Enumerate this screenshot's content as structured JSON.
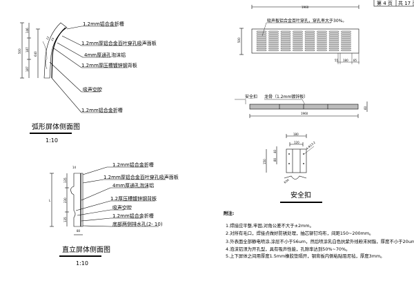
{
  "page_box": {
    "page": "第 4 页",
    "total": "共 17 页"
  },
  "arc_view": {
    "title": "弧形屏体侧面图",
    "scale": "1:10",
    "labels": [
      "1.2mm铝合金折槽",
      "1.2mm厚铝合金百叶穿孔吸声面板",
      "4mm厚通孔泡沫铝",
      "1.2mm厚压槽镀锌钢背板",
      "吸声空腔",
      "1.2mm铝合金折槽"
    ],
    "dims": [
      "500",
      "146",
      "187",
      "187",
      "640",
      "12",
      "10"
    ]
  },
  "vertical_view": {
    "title": "直立屏体侧面图",
    "scale": "1:10",
    "labels": [
      "1.2mm铝合金折槽",
      "1.2mm厚铝合金百叶穿孔吸声面板",
      "4mm厚通孔泡沫铝",
      "1.2厚压槽镀锌钢背板",
      "吸声空腔",
      "1.2mm铝合金折槽",
      "底部两侧排水孔(2- 10)"
    ],
    "dims": [
      "L",
      "135",
      "230",
      "135",
      "80",
      "14"
    ]
  },
  "panel_view": {
    "width_dim": "1960",
    "note": "吸声板铝合金百叶穿孔，穿孔率大于30%。",
    "height_dim": "500",
    "bottom_dims": [
      "55",
      "180",
      "85"
    ]
  },
  "strip_view": {
    "clip_label": "安全扣",
    "keel_label": "龙骨（1.2mm镀锌板）",
    "width_dim": "1960",
    "height_dim": "60"
  },
  "clip_view": {
    "title": "安全扣",
    "dims": [
      "180",
      "120",
      "4-Φ13.2",
      "150",
      "40",
      "80",
      "R30"
    ]
  },
  "notes": {
    "heading": "附注:",
    "items": [
      "1.焊接应平整,牢固,对角公差不大于±2mm。",
      "2.对所有毛口，焊接点做好防锈处理，抽芯铆钉均布，间距150~200mm。",
      "3.外表面全部静电喷涂,涂层不小于56um，然后喷涂乳白色抗紫外线粉末树脂，厚度不小于20um。",
      "4.泡沫铝须为开孔型，具有吸声性能，孔隙率达到50%~70%。",
      "5.上下屏体之间用厚度1.5mm橡胶垫隔开，钢背板内侧粘贴阻尼毡，厚度3mm。"
    ]
  }
}
